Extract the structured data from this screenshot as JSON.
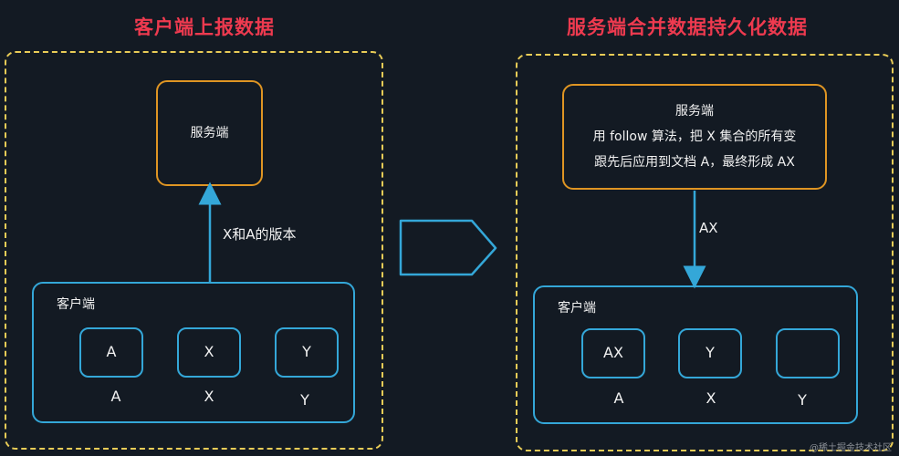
{
  "left_panel": {
    "title": "客户端上报数据",
    "server_label": "服务端",
    "arrow_label": "X和A的版本",
    "client": {
      "title": "客户端",
      "docs": [
        {
          "box": "A",
          "caption": "A"
        },
        {
          "box": "X",
          "caption": "X"
        },
        {
          "box": "Y",
          "caption": "Y"
        }
      ]
    }
  },
  "right_panel": {
    "title": "服务端合并数据持久化数据",
    "server_lines": [
      "服务端",
      "用 follow 算法，把 X 集合的所有变",
      "跟先后应用到文档 A，最终形成 AX"
    ],
    "arrow_label": "AX",
    "client": {
      "title": "客户端",
      "docs": [
        {
          "box": "AX",
          "caption": "A"
        },
        {
          "box": "Y",
          "caption": "X"
        },
        {
          "box": "",
          "caption": "Y"
        }
      ]
    }
  },
  "watermark": "@稀土掘金技术社区",
  "colors": {
    "title": "#ee3a4f",
    "dashed_border": "#e9cc57",
    "server_border": "#df9523",
    "client_border": "#34a7d8",
    "background": "#131a23"
  }
}
